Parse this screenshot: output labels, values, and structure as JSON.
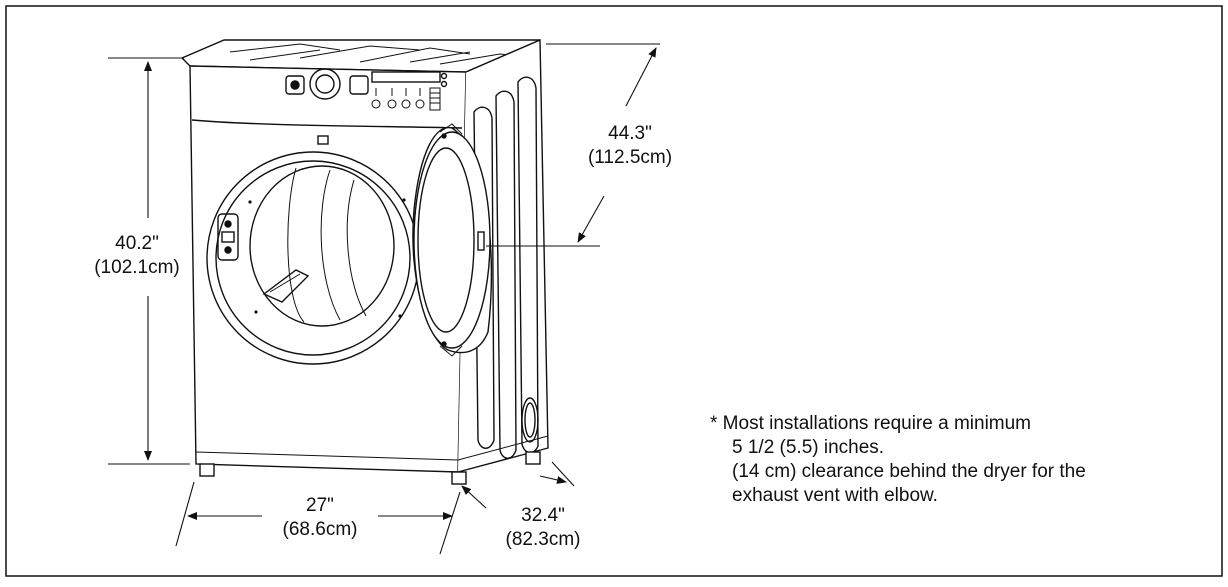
{
  "dimensions": {
    "height": {
      "inches": "40.2\"",
      "cm": "(102.1cm)"
    },
    "depth_open_door": {
      "inches": "44.3\"",
      "cm": "(112.5cm)"
    },
    "width": {
      "inches": "27\"",
      "cm": "(68.6cm)"
    },
    "depth": {
      "inches": "32.4\"",
      "cm": "(82.3cm)"
    }
  },
  "note": {
    "line1": "* Most installations require a minimum",
    "line2": "5 1/2 (5.5) inches.",
    "line3": "(14 cm) clearance behind the dryer for the",
    "line4": "exhaust vent with elbow."
  }
}
